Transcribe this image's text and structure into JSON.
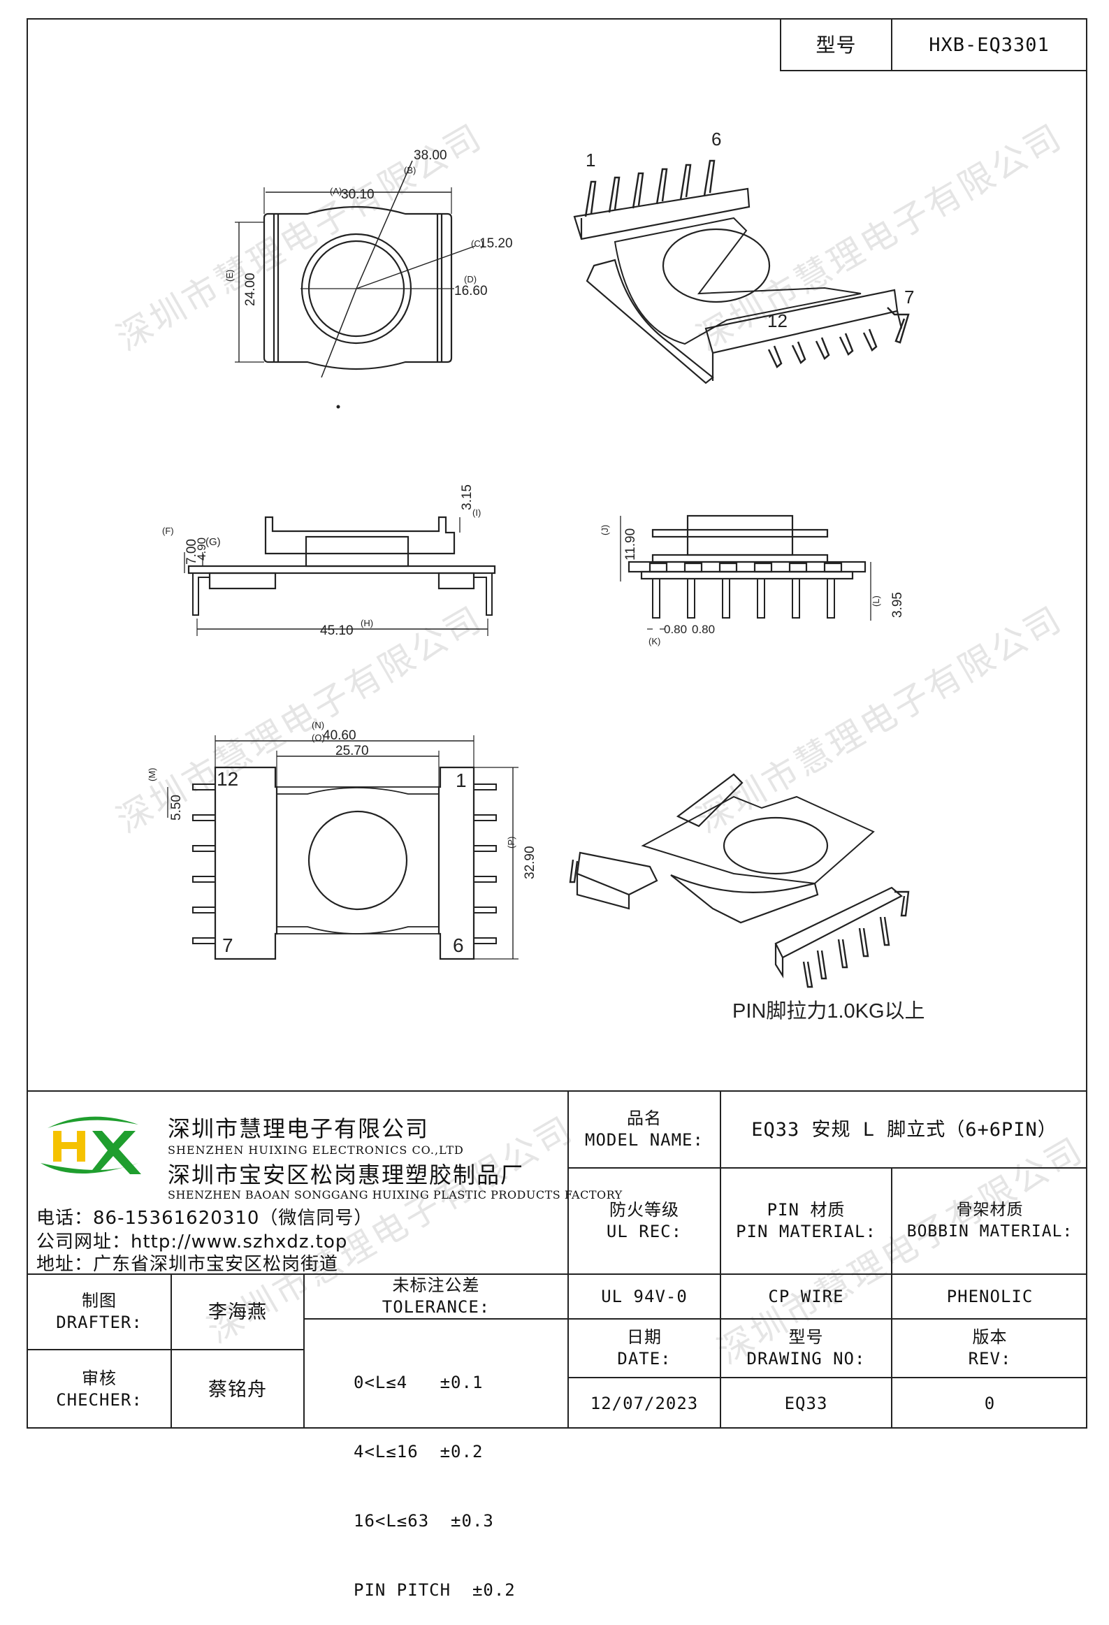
{
  "header": {
    "model_label": "型号",
    "model_value": "HXB-EQ3301"
  },
  "drawing": {
    "top_view": {
      "dim_A": "30.10",
      "dim_A_tag": "(A)",
      "dim_B": "38.00",
      "dim_B_tag": "(B)",
      "dim_C": "15.20",
      "dim_C_tag": "(C)",
      "dim_D": "16.60",
      "dim_D_tag": "(D)",
      "dim_E": "24.00",
      "dim_E_tag": "(E)"
    },
    "iso_top": {
      "pin_1": "1",
      "pin_6": "6",
      "pin_7": "7",
      "pin_12": "12"
    },
    "side_view": {
      "dim_F": "7.00",
      "dim_F_tag": "(F)",
      "dim_G": "4.90",
      "dim_G_tag": "(G)",
      "dim_H": "45.10",
      "dim_H_tag": "(H)",
      "dim_I": "3.15",
      "dim_I_tag": "(I)"
    },
    "front_view": {
      "dim_J": "11.90",
      "dim_J_tag": "(J)",
      "dim_L": "3.95",
      "dim_L_tag": "(L)",
      "dim_K": "0.80",
      "dim_K2": "0.80",
      "dim_K_tag": "(K)"
    },
    "bottom_view": {
      "dim_N": "40.60",
      "dim_N_tag": "(N)",
      "dim_O": "25.70",
      "dim_O_tag": "(O)",
      "dim_M": "5.50",
      "dim_M_tag": "(M)",
      "dim_P": "32.90",
      "dim_P_tag": "(P)",
      "pin_12": "12",
      "pin_1": "1",
      "pin_7": "7",
      "pin_6": "6"
    },
    "note": "PIN脚拉力1.0KG以上",
    "watermark": "深圳市慧理电子有限公司"
  },
  "company": {
    "logo": "HX",
    "name_cn": "深圳市慧理电子有限公司",
    "name_en": "SHENZHEN HUIXING ELECTRONICS CO.,LTD",
    "factory_cn": "深圳市宝安区松岗惠理塑胶制品厂",
    "factory_en": "SHENZHEN BAOAN SONGGANG HUIXING PLASTIC PRODUCTS FACTORY",
    "phone": "电话：86-15361620310（微信同号）",
    "website": "公司网址：http://www.szhxdz.top",
    "address": "地址：广东省深圳市宝安区松岗街道"
  },
  "title_block": {
    "model_name_cn": "品名",
    "model_name_en": "MODEL NAME:",
    "model_name_value": "EQ33 安规 L 脚立式（6+6PIN）",
    "ul_cn": "防火等级",
    "ul_en": "UL REC:",
    "pin_mat_cn": "PIN 材质",
    "pin_mat_en": "PIN MATERIAL:",
    "bobbin_cn": "骨架材质",
    "bobbin_en": "BOBBIN MATERIAL:",
    "ul_value": "UL 94V-0",
    "pin_value": "CP WIRE",
    "bobbin_value": "PHENOLIC",
    "drafter_cn": "制图",
    "drafter_en": "DRAFTER:",
    "drafter_name": "李海燕",
    "checker_cn": "审核",
    "checker_en": "CHECHER:",
    "checker_name": "蔡铭舟",
    "tol_cn": "未标注公差",
    "tol_en": "TOLERANCE:",
    "tol_1": "0<L≤4   ±0.1",
    "tol_2": "4<L≤16  ±0.2",
    "tol_3": "16<L≤63  ±0.3",
    "tol_4": "PIN PITCH  ±0.2",
    "date_cn": "日期",
    "date_en": "DATE:",
    "dwg_cn": "型号",
    "dwg_en": "DRAWING NO:",
    "rev_cn": "版本",
    "rev_en": "REV:",
    "date_value": "12/07/2023",
    "dwg_value": "EQ33",
    "rev_value": "0"
  }
}
